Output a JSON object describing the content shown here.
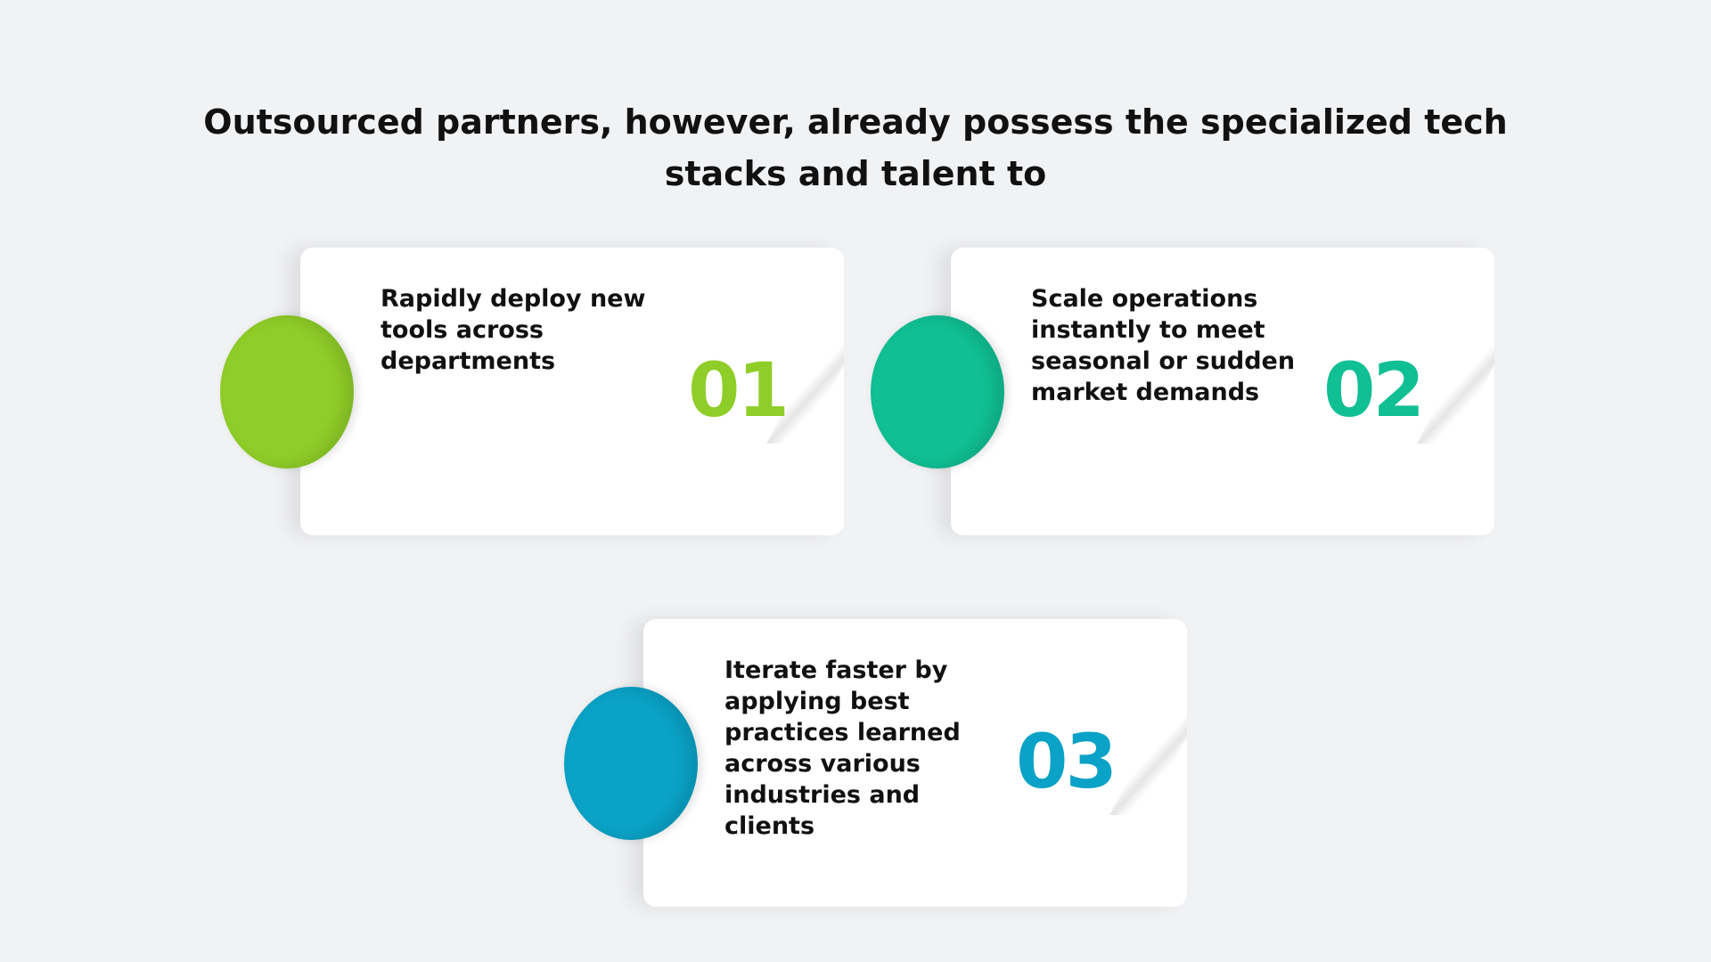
{
  "title": "Outsourced partners, however, already possess the specialized tech stacks and talent to",
  "colors": {
    "green": "#8fcd28",
    "teal": "#10bf93",
    "blue": "#0aa2c6"
  },
  "cards": [
    {
      "number": "01",
      "text": "Rapidly deploy new tools across departments"
    },
    {
      "number": "02",
      "text": "Scale operations instantly to meet seasonal or sudden market demands"
    },
    {
      "number": "03",
      "text": "Iterate faster by applying best practices learned across various industries and clients"
    }
  ]
}
